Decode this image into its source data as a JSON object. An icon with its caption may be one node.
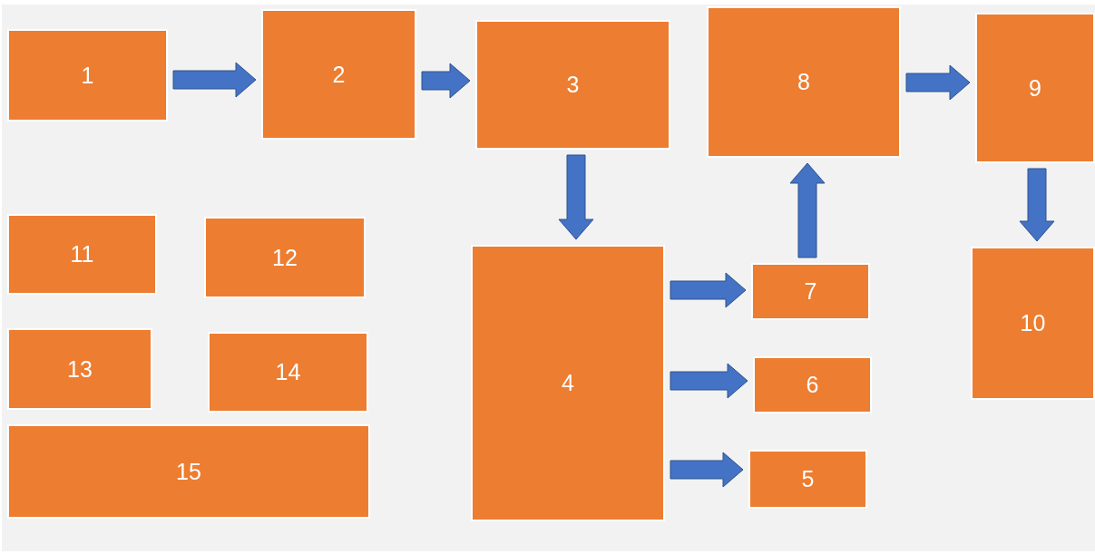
{
  "diagram": {
    "nodes": [
      {
        "text": [
          "1"
        ]
      },
      {
        "text": [
          "2"
        ]
      },
      {
        "text": [
          "3"
        ]
      },
      {
        "text": [
          "4"
        ]
      },
      {
        "text": [
          "5"
        ]
      },
      {
        "text": [
          "6"
        ]
      },
      {
        "text": [
          "7"
        ]
      },
      {
        "text": [
          "8"
        ]
      },
      {
        "text": [
          "9"
        ]
      },
      {
        "text": [
          "10"
        ]
      },
      {
        "text": [
          "11"
        ]
      },
      {
        "text": [
          "12"
        ]
      },
      {
        "text": [
          "13"
        ]
      },
      {
        "text": [
          "14"
        ]
      },
      {
        "text": [
          "15"
        ]
      }
    ],
    "edges": [
      {
        "from": 0,
        "to": 1,
        "arrow": "to"
      },
      {
        "from": 1,
        "to": 2,
        "arrow": "to"
      },
      {
        "from": 2,
        "to": 3,
        "arrow": "to"
      },
      {
        "from": 3,
        "to": 6,
        "arrow": "to"
      },
      {
        "from": 3,
        "to": 5,
        "arrow": "to"
      },
      {
        "from": 3,
        "to": 4,
        "arrow": "to"
      },
      {
        "from": 6,
        "to": 7,
        "arrow": "to"
      },
      {
        "from": 7,
        "to": 8,
        "arrow": "to"
      },
      {
        "from": 8,
        "to": 9,
        "arrow": "to"
      }
    ]
  }
}
